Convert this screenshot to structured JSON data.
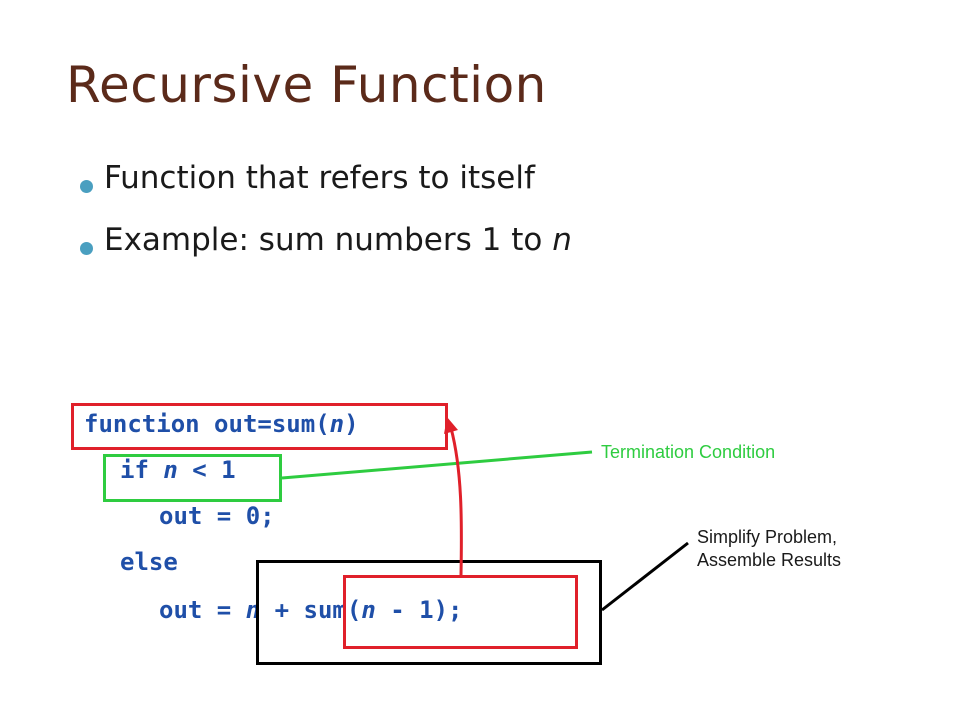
{
  "slide": {
    "title": "Recursive Function",
    "bullets": [
      {
        "text": "Function that refers to itself"
      },
      {
        "text": "Example: sum numbers 1 to ",
        "italic": "n"
      }
    ]
  },
  "code": {
    "line1": {
      "a": "function out=sum(",
      "b": "n",
      "c": ")"
    },
    "line2": {
      "a": "if ",
      "b": "n",
      "c": " < 1"
    },
    "line3": {
      "a": "out = 0;"
    },
    "line4": {
      "a": "else"
    },
    "line5": {
      "a": "out = ",
      "b": "n",
      "c": " + sum(",
      "d": "n",
      "e": " - 1);"
    }
  },
  "callouts": {
    "termination": "Termination Condition",
    "simplify_line1": "Simplify Problem,",
    "simplify_line2": "Assemble Results"
  },
  "colors": {
    "title": "#5b2a1a",
    "bullet_dot": "#4a9fc0",
    "code": "#1f4fa8",
    "red_box": "#e0202a",
    "green_box": "#2ecc40",
    "black_box": "#000000"
  }
}
